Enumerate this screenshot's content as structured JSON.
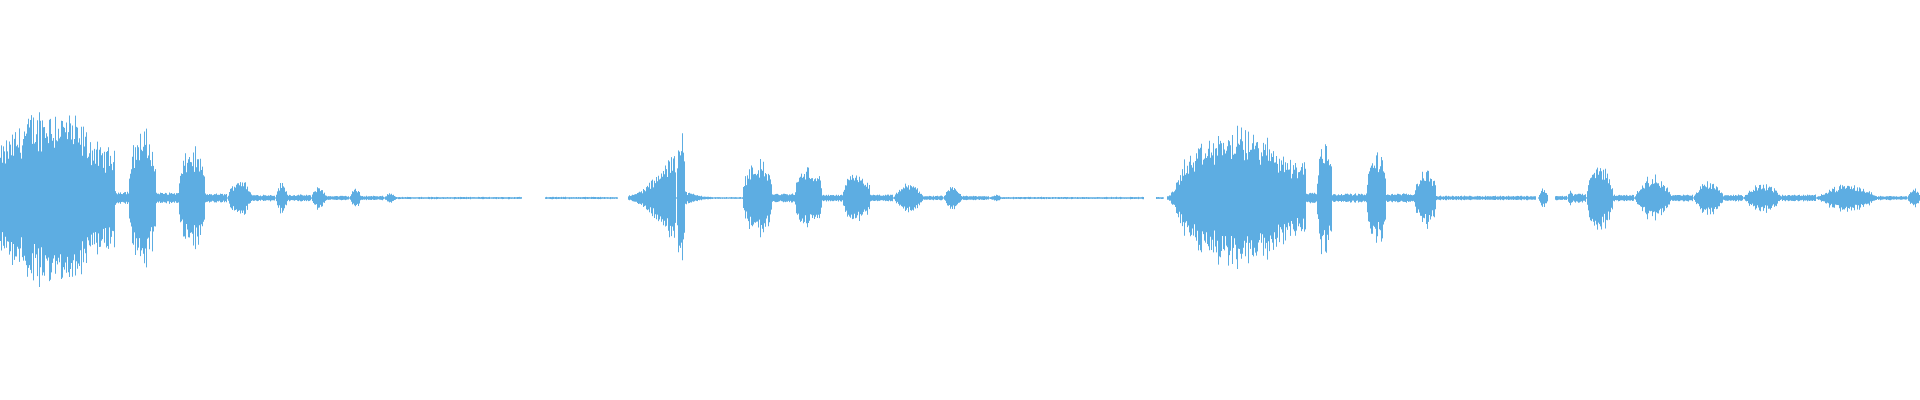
{
  "waveform": {
    "color": "#5DADE2",
    "background": "#ffffff",
    "segments": [
      {
        "start": 0.0,
        "end": 0.06,
        "level": 0.82,
        "shape": "swell"
      },
      {
        "start": 0.06,
        "end": 0.067,
        "level": 0.06,
        "shape": "flat"
      },
      {
        "start": 0.067,
        "end": 0.081,
        "level": 0.62,
        "shape": "spiky"
      },
      {
        "start": 0.081,
        "end": 0.093,
        "level": 0.05,
        "shape": "flat"
      },
      {
        "start": 0.093,
        "end": 0.107,
        "level": 0.45,
        "shape": "spiky"
      },
      {
        "start": 0.107,
        "end": 0.118,
        "level": 0.04,
        "shape": "flat"
      },
      {
        "start": 0.118,
        "end": 0.131,
        "level": 0.18,
        "shape": "bump"
      },
      {
        "start": 0.131,
        "end": 0.143,
        "level": 0.03,
        "shape": "flat"
      },
      {
        "start": 0.143,
        "end": 0.15,
        "level": 0.14,
        "shape": "bump"
      },
      {
        "start": 0.15,
        "end": 0.162,
        "level": 0.03,
        "shape": "flat"
      },
      {
        "start": 0.162,
        "end": 0.17,
        "level": 0.11,
        "shape": "bump"
      },
      {
        "start": 0.17,
        "end": 0.182,
        "level": 0.02,
        "shape": "flat"
      },
      {
        "start": 0.182,
        "end": 0.188,
        "level": 0.09,
        "shape": "bump"
      },
      {
        "start": 0.188,
        "end": 0.2,
        "level": 0.02,
        "shape": "flat"
      },
      {
        "start": 0.2,
        "end": 0.206,
        "level": 0.05,
        "shape": "bump"
      },
      {
        "start": 0.206,
        "end": 0.272,
        "level": 0.01,
        "shape": "flat"
      },
      {
        "start": 0.284,
        "end": 0.322,
        "level": 0.01,
        "shape": "flat"
      },
      {
        "start": 0.327,
        "end": 0.352,
        "level": 0.45,
        "shape": "rise"
      },
      {
        "start": 0.352,
        "end": 0.357,
        "level": 0.72,
        "shape": "peak"
      },
      {
        "start": 0.357,
        "end": 0.387,
        "level": 0.06,
        "shape": "decay"
      },
      {
        "start": 0.387,
        "end": 0.402,
        "level": 0.34,
        "shape": "spiky"
      },
      {
        "start": 0.402,
        "end": 0.414,
        "level": 0.04,
        "shape": "flat"
      },
      {
        "start": 0.414,
        "end": 0.428,
        "level": 0.28,
        "shape": "spiky"
      },
      {
        "start": 0.428,
        "end": 0.439,
        "level": 0.03,
        "shape": "flat"
      },
      {
        "start": 0.439,
        "end": 0.453,
        "level": 0.22,
        "shape": "spiky"
      },
      {
        "start": 0.453,
        "end": 0.465,
        "level": 0.03,
        "shape": "flat"
      },
      {
        "start": 0.465,
        "end": 0.481,
        "level": 0.13,
        "shape": "bump"
      },
      {
        "start": 0.481,
        "end": 0.491,
        "level": 0.02,
        "shape": "flat"
      },
      {
        "start": 0.491,
        "end": 0.501,
        "level": 0.1,
        "shape": "bump"
      },
      {
        "start": 0.501,
        "end": 0.515,
        "level": 0.02,
        "shape": "flat"
      },
      {
        "start": 0.515,
        "end": 0.522,
        "level": 0.03,
        "shape": "bump"
      },
      {
        "start": 0.522,
        "end": 0.596,
        "level": 0.01,
        "shape": "flat"
      },
      {
        "start": 0.602,
        "end": 0.606,
        "level": 0.01,
        "shape": "flat"
      },
      {
        "start": 0.608,
        "end": 0.617,
        "level": 0.38,
        "shape": "rise"
      },
      {
        "start": 0.617,
        "end": 0.68,
        "level": 0.62,
        "shape": "swell"
      },
      {
        "start": 0.68,
        "end": 0.686,
        "level": 0.05,
        "shape": "flat"
      },
      {
        "start": 0.686,
        "end": 0.694,
        "level": 0.55,
        "shape": "spiky"
      },
      {
        "start": 0.694,
        "end": 0.712,
        "level": 0.04,
        "shape": "flat"
      },
      {
        "start": 0.712,
        "end": 0.722,
        "level": 0.42,
        "shape": "spiky"
      },
      {
        "start": 0.722,
        "end": 0.737,
        "level": 0.04,
        "shape": "flat"
      },
      {
        "start": 0.737,
        "end": 0.748,
        "level": 0.26,
        "shape": "spiky"
      },
      {
        "start": 0.748,
        "end": 0.8,
        "level": 0.02,
        "shape": "flat"
      },
      {
        "start": 0.801,
        "end": 0.806,
        "level": 0.09,
        "shape": "bump"
      },
      {
        "start": 0.81,
        "end": 0.816,
        "level": 0.02,
        "shape": "flat"
      },
      {
        "start": 0.816,
        "end": 0.82,
        "level": 0.07,
        "shape": "bump"
      },
      {
        "start": 0.82,
        "end": 0.826,
        "level": 0.04,
        "shape": "flat"
      },
      {
        "start": 0.826,
        "end": 0.84,
        "level": 0.3,
        "shape": "peak"
      },
      {
        "start": 0.84,
        "end": 0.851,
        "level": 0.03,
        "shape": "flat"
      },
      {
        "start": 0.851,
        "end": 0.871,
        "level": 0.2,
        "shape": "bump"
      },
      {
        "start": 0.871,
        "end": 0.882,
        "level": 0.03,
        "shape": "flat"
      },
      {
        "start": 0.882,
        "end": 0.898,
        "level": 0.16,
        "shape": "bump"
      },
      {
        "start": 0.898,
        "end": 0.908,
        "level": 0.03,
        "shape": "flat"
      },
      {
        "start": 0.908,
        "end": 0.928,
        "level": 0.13,
        "shape": "bump"
      },
      {
        "start": 0.928,
        "end": 0.946,
        "level": 0.03,
        "shape": "flat"
      },
      {
        "start": 0.946,
        "end": 0.978,
        "level": 0.12,
        "shape": "bump"
      },
      {
        "start": 0.978,
        "end": 0.993,
        "level": 0.02,
        "shape": "flat"
      },
      {
        "start": 0.993,
        "end": 1.0,
        "level": 0.1,
        "shape": "bump"
      }
    ]
  }
}
